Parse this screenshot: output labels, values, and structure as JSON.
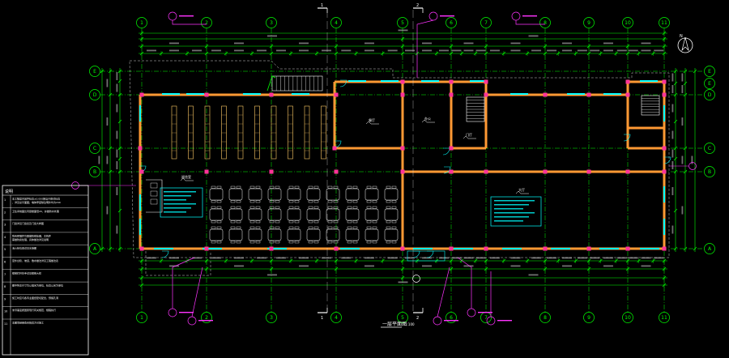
{
  "drawing": {
    "caption": "一层平面图",
    "scale": "1:100",
    "north_label": "N",
    "colors": {
      "background": "#000000",
      "axis": "#00ff00",
      "wall": "#ff9933",
      "hatch": "#ffcc66",
      "dim": "#00ff00",
      "text_white": "#ffffff",
      "cyan": "#00ffff",
      "magenta": "#ff33ff",
      "column": "#ff3399",
      "dash": "#cccccc"
    }
  },
  "axes_top": [
    "1",
    "2",
    "3",
    "4",
    "5",
    "6",
    "7",
    "8",
    "9",
    "10",
    "11"
  ],
  "axes_bottom": [
    "1",
    "2",
    "3",
    "4",
    "5",
    "6",
    "7",
    "8",
    "9",
    "10",
    "11"
  ],
  "axes_left": [
    "E",
    "D",
    "C",
    "B",
    "A"
  ],
  "axes_right": [
    "E",
    "E",
    "D",
    "C",
    "B",
    "A"
  ],
  "section_marks": {
    "top": [
      "1",
      "2"
    ],
    "bottom": [
      "1",
      "2"
    ]
  },
  "rooms": [
    {
      "id": "library",
      "label": "阅览室"
    },
    {
      "id": "dining",
      "label": "餐厅"
    },
    {
      "id": "office",
      "label": "办公"
    },
    {
      "id": "lobby",
      "label": "门厅"
    },
    {
      "id": "hall",
      "label": "大厅"
    }
  ],
  "notes": {
    "title": "说明",
    "rows": [
      {
        "no": "1",
        "text": "本工程室内地坪标高±0.000相当于绝对标高，详见总平面图；墙体厚度除注明外均为240"
      },
      {
        "no": "2",
        "text": "卫生间地面比同层楼面低20，并做防水处理"
      },
      {
        "no": "3",
        "text": "门窗详见门窗表及门窗大样图"
      },
      {
        "no": "4",
        "text": "所有预埋件均需做防锈处理，木构件需做防腐处理，具体做法详见说明"
      },
      {
        "no": "5",
        "text": "消火栓位置详见水施图"
      },
      {
        "no": "6",
        "text": "室外台阶、坡道、散水做法详见工程做法表"
      },
      {
        "no": "7",
        "text": "楼梯栏杆扶手详见楼梯大样"
      },
      {
        "no": "8",
        "text": "图中所注尺寸均以毫米为单位，标高以米为单位"
      },
      {
        "no": "9",
        "text": "施工时应与各专业图纸密切配合，预留孔洞"
      },
      {
        "no": "10",
        "text": "未尽事宜按国家现行有关规范、规程执行"
      },
      {
        "no": "11",
        "text": "本图须经审查合格后方可施工"
      }
    ]
  }
}
